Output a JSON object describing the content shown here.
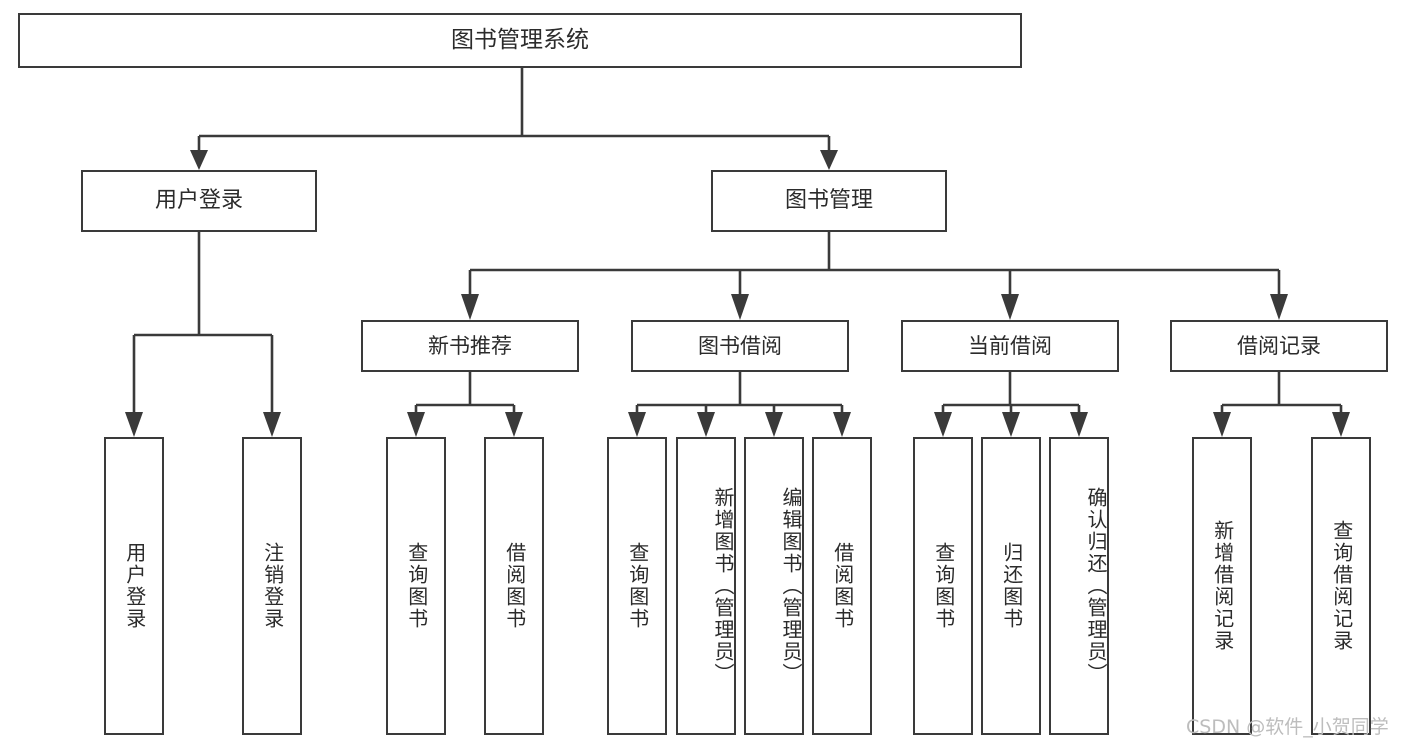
{
  "diagram": {
    "type": "tree-hierarchy-chart",
    "title": "图书管理系统",
    "root": {
      "label": "图书管理系统"
    },
    "level2": [
      {
        "label": "用户登录"
      },
      {
        "label": "图书管理"
      }
    ],
    "level3": [
      {
        "label": "新书推荐"
      },
      {
        "label": "图书借阅"
      },
      {
        "label": "当前借阅"
      },
      {
        "label": "借阅记录"
      }
    ],
    "leaves": {
      "user_login": [
        {
          "label": "用户登录"
        },
        {
          "label": "注销登录"
        }
      ],
      "new_book_recommend": [
        {
          "label": "查询图书"
        },
        {
          "label": "借阅图书"
        }
      ],
      "book_borrow": [
        {
          "label": "查询图书"
        },
        {
          "label": "新增图书（管理员）"
        },
        {
          "label": "编辑图书（管理员）"
        },
        {
          "label": "借阅图书"
        }
      ],
      "current_borrow": [
        {
          "label": "查询图书"
        },
        {
          "label": "归还图书"
        },
        {
          "label": "确认归还（管理员）"
        }
      ],
      "borrow_record": [
        {
          "label": "新增借阅记录"
        },
        {
          "label": "查询借阅记录"
        }
      ]
    }
  },
  "watermark": {
    "text": "CSDN @软件_小贺同学"
  },
  "colors": {
    "stroke": "#3a3a3a",
    "text": "#2b2b2b",
    "background": "#ffffff",
    "watermark": "#bdbdbd"
  }
}
